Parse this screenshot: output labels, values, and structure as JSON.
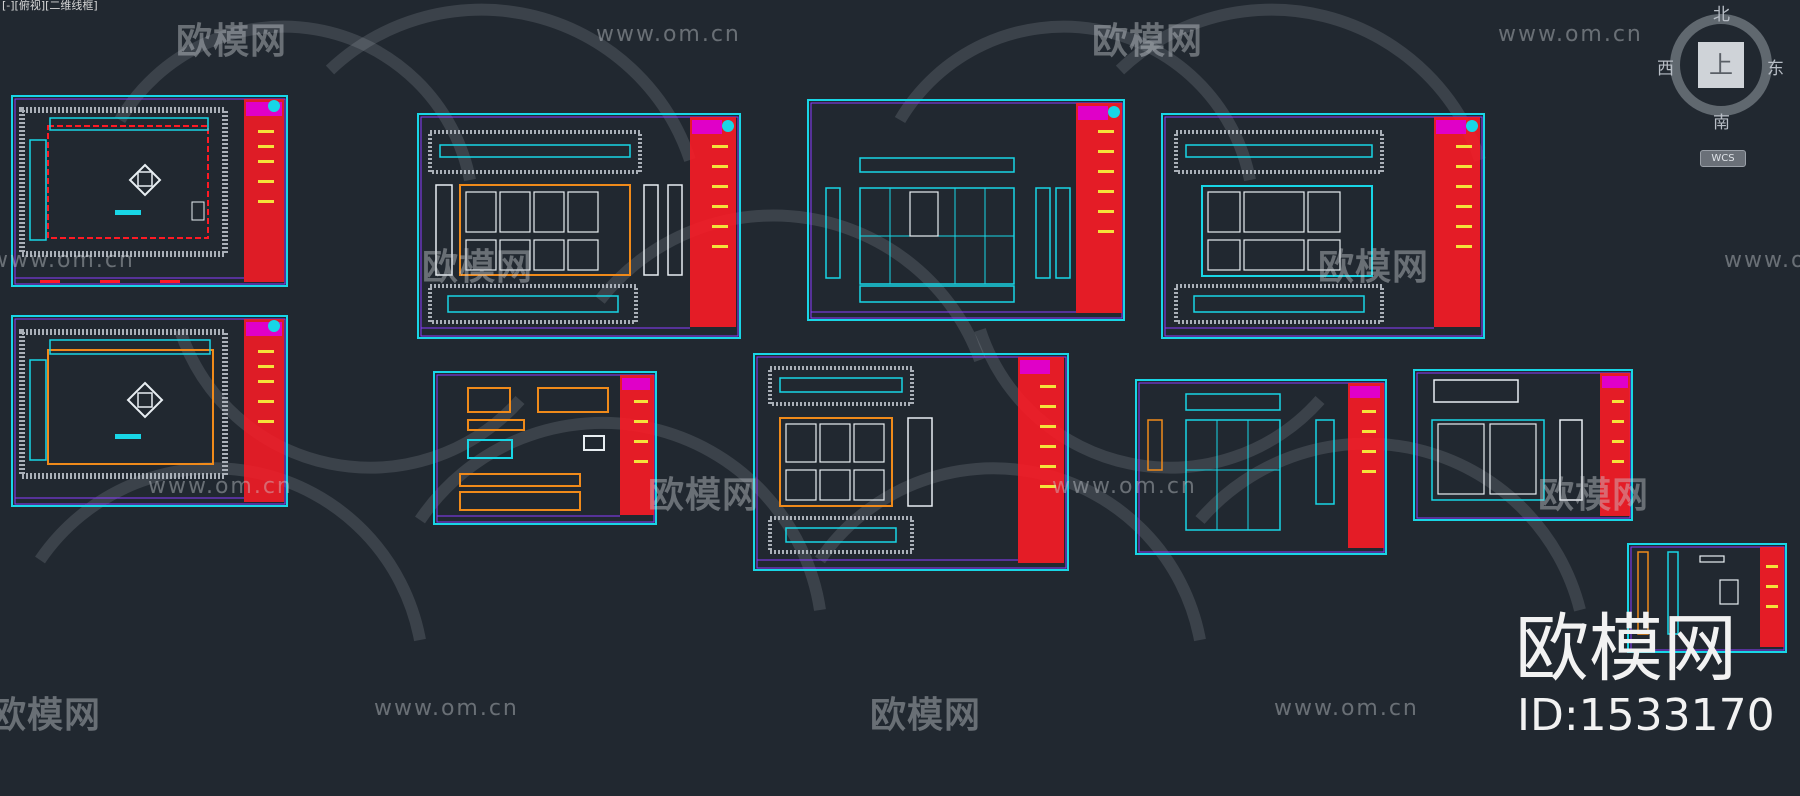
{
  "viewport": {
    "label": "[-][俯视][二维线框]"
  },
  "watermarks": {
    "brand_cn": "欧模网",
    "url": "www.om.cn"
  },
  "branding": {
    "logo_text": "欧模网",
    "id_text": "ID:1533170"
  },
  "viewcube": {
    "north": "北",
    "south": "南",
    "east": "东",
    "west": "西",
    "top_face": "上",
    "ucs_label": "WCS"
  },
  "colors": {
    "background": "#212830",
    "sheet_border": "#18d6e6",
    "sheet_inner_border": "#8a3cff",
    "titleblock": "#ff1a24",
    "titleblock_accent": "#e000c8",
    "text_yellow": "#f5e23a",
    "line_orange": "#f08a1a",
    "line_white": "#e8eef2",
    "line_green": "#3ee05a"
  },
  "sheets": [
    {
      "name": "sheet-ceiling-plan-1",
      "kind": "plan"
    },
    {
      "name": "sheet-ceiling-plan-2",
      "kind": "plan"
    },
    {
      "name": "sheet-elevation-a",
      "kind": "elevation"
    },
    {
      "name": "sheet-elevation-b",
      "kind": "elevation"
    },
    {
      "name": "sheet-elevation-c",
      "kind": "elevation"
    },
    {
      "name": "sheet-details-a",
      "kind": "details"
    },
    {
      "name": "sheet-elevation-d",
      "kind": "elevation"
    },
    {
      "name": "sheet-elevation-e",
      "kind": "elevation-small"
    },
    {
      "name": "sheet-elevation-f",
      "kind": "elevation-small"
    },
    {
      "name": "sheet-details-b",
      "kind": "details-small"
    }
  ]
}
